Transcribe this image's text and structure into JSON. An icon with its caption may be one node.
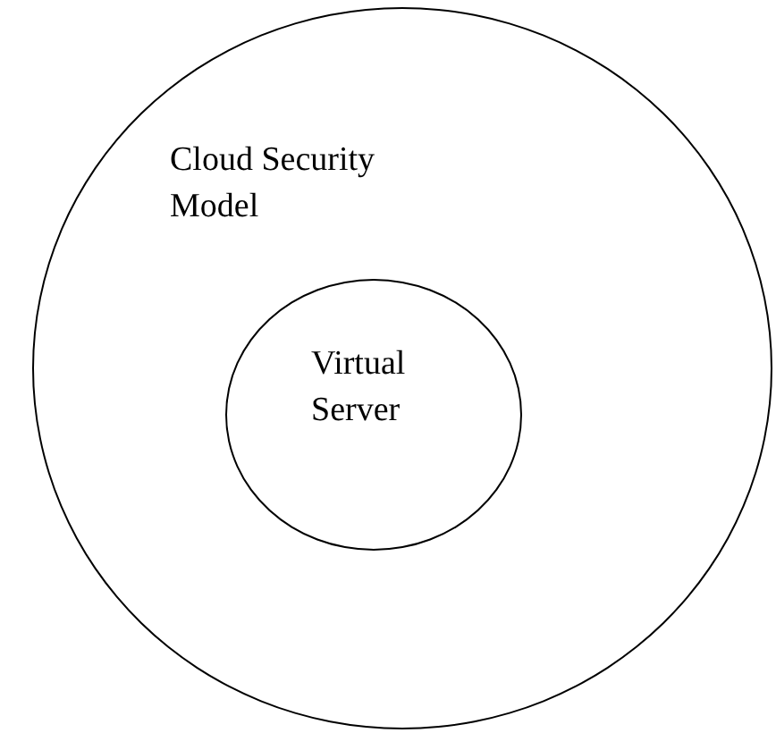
{
  "diagram": {
    "nodes": [
      {
        "text": [
          "Cloud Security Model"
        ]
      },
      {
        "text": [
          "Virtual Server"
        ],
        "in": 0
      }
    ],
    "edges": []
  }
}
